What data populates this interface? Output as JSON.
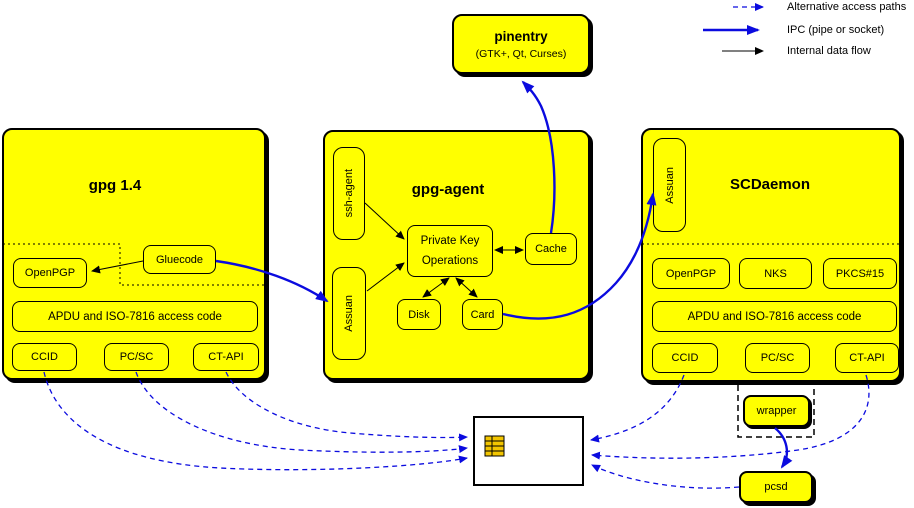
{
  "colors": {
    "box_fill": "#ffff00",
    "blue": "#0b0bdf",
    "black": "#000000",
    "chip_fill": "#f2c500",
    "card_fill": "#ffffff"
  },
  "legend": {
    "alt": "Alternative access paths",
    "ipc": "IPC (pipe or socket)",
    "internal": "Internal data flow"
  },
  "pinentry": {
    "title": "pinentry",
    "subtitle": "(GTK+, Qt, Curses)"
  },
  "gpg14": {
    "title": "gpg 1.4",
    "openpgp": "OpenPGP",
    "gluecode": "Gluecode",
    "apdu": "APDU and ISO-7816 access code",
    "ccid": "CCID",
    "pcsc": "PC/SC",
    "ctapi": "CT-API"
  },
  "agent": {
    "title": "gpg-agent",
    "ssh": "ssh-agent",
    "assuan": "Assuan",
    "pko1": "Private Key",
    "pko2": "Operations",
    "cache": "Cache",
    "disk": "Disk",
    "card": "Card"
  },
  "scd": {
    "title": "SCDaemon",
    "assuan": "Assuan",
    "openpgp": "OpenPGP",
    "nks": "NKS",
    "pkcs15": "PKCS#15",
    "apdu": "APDU and ISO-7816 access code",
    "ccid": "CCID",
    "pcsc": "PC/SC",
    "ctapi": "CT-API"
  },
  "wrapper": {
    "label": "wrapper"
  },
  "pcsd": {
    "label": "pcsd"
  }
}
